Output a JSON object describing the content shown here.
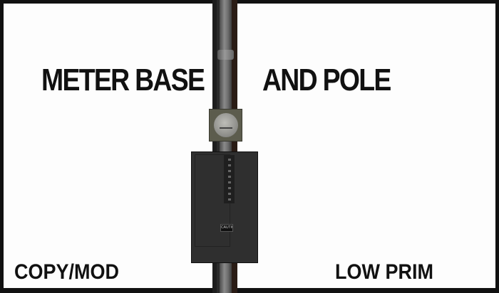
{
  "title_left": "METER BASE",
  "title_right": "AND POLE",
  "bottom_left": "COPY/MOD",
  "bottom_right": "LOW PRIM",
  "panel_label": "CAUTION"
}
